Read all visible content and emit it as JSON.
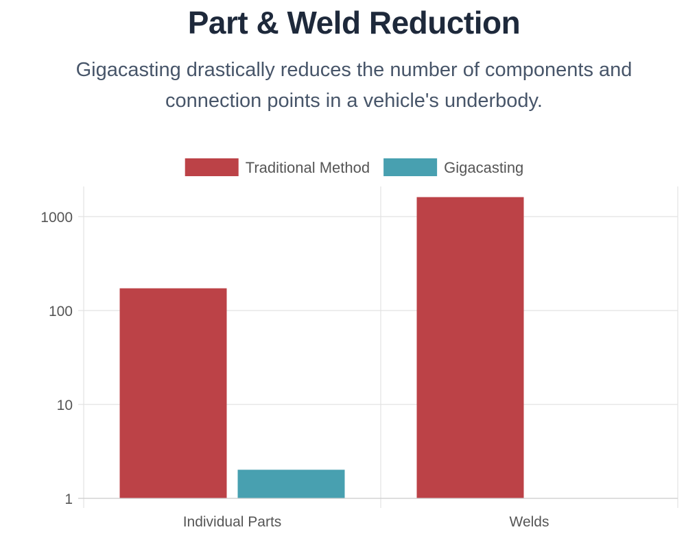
{
  "header": {
    "title": "Part & Weld Reduction",
    "subtitle": "Gigacasting drastically reduces the number of components and connection points in a vehicle's underbody."
  },
  "chart_data": {
    "type": "bar",
    "categories": [
      "Individual Parts",
      "Welds"
    ],
    "series": [
      {
        "name": "Traditional Method",
        "values": [
          171,
          1600
        ],
        "color": "#bc4247"
      },
      {
        "name": "Gigacasting",
        "values": [
          2,
          1
        ],
        "color": "#48a0b0"
      }
    ],
    "yscale": "log",
    "ylim": [
      1,
      2000
    ],
    "yticks": [
      "1",
      "10",
      "100",
      "1000"
    ],
    "grid": true,
    "legend_position": "top"
  }
}
